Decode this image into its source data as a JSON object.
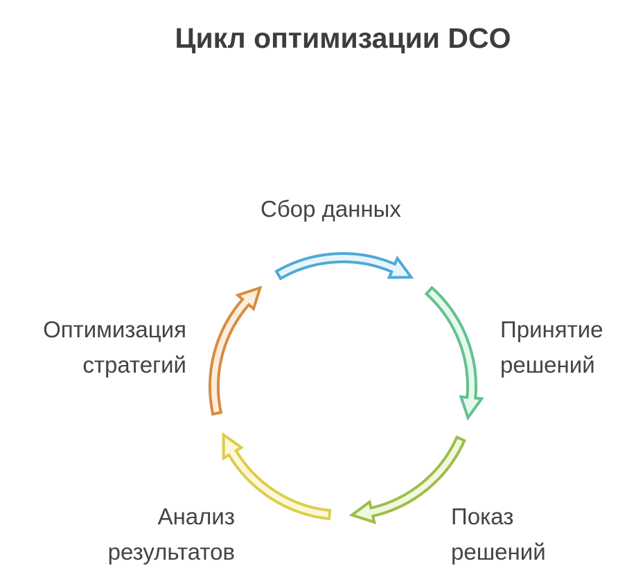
{
  "title": "Цикл оптимизации DCO",
  "steps": [
    {
      "lines": [
        "Сбор данных"
      ],
      "stroke": "#4fa9d6",
      "fill": "#e6f5fc"
    },
    {
      "lines": [
        "Принятие",
        "решений"
      ],
      "stroke": "#62c28a",
      "fill": "#e6f9ef"
    },
    {
      "lines": [
        "Показ",
        "решений"
      ],
      "stroke": "#9bbf48",
      "fill": "#f1f8df"
    },
    {
      "lines": [
        "Анализ",
        "результатов"
      ],
      "stroke": "#dccd4c",
      "fill": "#fcf8d8"
    },
    {
      "lines": [
        "Оптимизация",
        "стратегий"
      ],
      "stroke": "#d88b42",
      "fill": "#fdeddc"
    }
  ]
}
